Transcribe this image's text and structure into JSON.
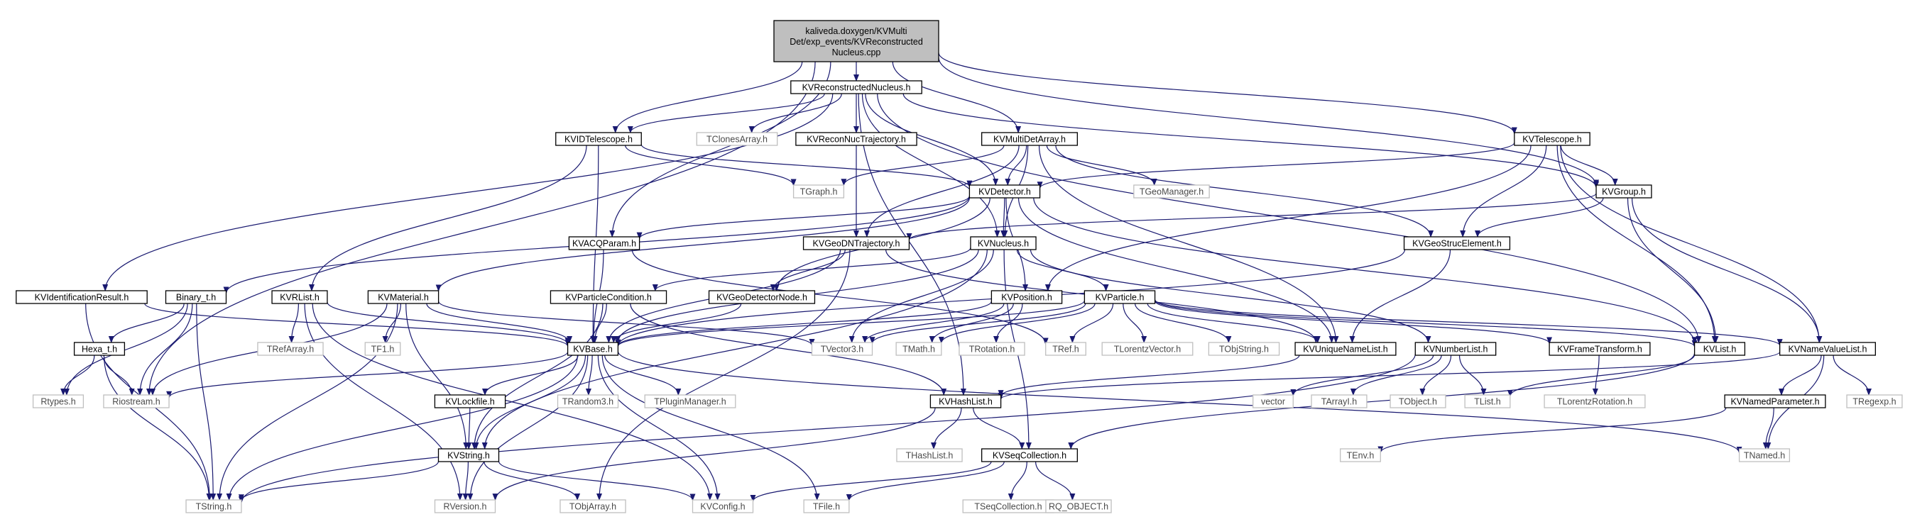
{
  "graph": {
    "root": {
      "id": "root",
      "lines": [
        "kaliveda.doxygen/KVMulti",
        "Det/exp_events/KVReconstructed",
        "Nucleus.cpp"
      ]
    },
    "nodes": [
      {
        "id": "KVReconstructedNucleus.h",
        "label": "KVReconstructedNucleus.h",
        "documented": true
      },
      {
        "id": "KVIDTelescope.h",
        "label": "KVIDTelescope.h",
        "documented": true
      },
      {
        "id": "TClonesArray.h",
        "label": "TClonesArray.h",
        "documented": false
      },
      {
        "id": "KVReconNucTrajectory.h",
        "label": "KVReconNucTrajectory.h",
        "documented": true
      },
      {
        "id": "KVMultiDetArray.h",
        "label": "KVMultiDetArray.h",
        "documented": true
      },
      {
        "id": "KVTelescope.h",
        "label": "KVTelescope.h",
        "documented": true
      },
      {
        "id": "TGraph.h",
        "label": "TGraph.h",
        "documented": false
      },
      {
        "id": "KVDetector.h",
        "label": "KVDetector.h",
        "documented": true
      },
      {
        "id": "TGeoManager.h",
        "label": "TGeoManager.h",
        "documented": false
      },
      {
        "id": "KVGroup.h",
        "label": "KVGroup.h",
        "documented": true
      },
      {
        "id": "KVACQParam.h",
        "label": "KVACQParam.h",
        "documented": true
      },
      {
        "id": "KVGeoDNTrajectory.h",
        "label": "KVGeoDNTrajectory.h",
        "documented": true
      },
      {
        "id": "KVNucleus.h",
        "label": "KVNucleus.h",
        "documented": true
      },
      {
        "id": "KVGeoStrucElement.h",
        "label": "KVGeoStrucElement.h",
        "documented": true
      },
      {
        "id": "KVIdentificationResult.h",
        "label": "KVIdentificationResult.h",
        "documented": true
      },
      {
        "id": "Binary_t.h",
        "label": "Binary_t.h",
        "documented": true
      },
      {
        "id": "KVRList.h",
        "label": "KVRList.h",
        "documented": true
      },
      {
        "id": "KVMaterial.h",
        "label": "KVMaterial.h",
        "documented": true
      },
      {
        "id": "KVParticleCondition.h",
        "label": "KVParticleCondition.h",
        "documented": true
      },
      {
        "id": "KVGeoDetectorNode.h",
        "label": "KVGeoDetectorNode.h",
        "documented": true
      },
      {
        "id": "KVPosition.h",
        "label": "KVPosition.h",
        "documented": true
      },
      {
        "id": "KVParticle.h",
        "label": "KVParticle.h",
        "documented": true
      },
      {
        "id": "Hexa_t.h",
        "label": "Hexa_t.h",
        "documented": true
      },
      {
        "id": "TRefArray.h",
        "label": "TRefArray.h",
        "documented": false
      },
      {
        "id": "TF1.h",
        "label": "TF1.h",
        "documented": false
      },
      {
        "id": "KVBase.h",
        "label": "KVBase.h",
        "documented": true
      },
      {
        "id": "TVector3.h",
        "label": "TVector3.h",
        "documented": false
      },
      {
        "id": "TMath.h",
        "label": "TMath.h",
        "documented": false
      },
      {
        "id": "TRotation.h",
        "label": "TRotation.h",
        "documented": false
      },
      {
        "id": "TRef.h",
        "label": "TRef.h",
        "documented": false
      },
      {
        "id": "TLorentzVector.h",
        "label": "TLorentzVector.h",
        "documented": false
      },
      {
        "id": "TObjString.h",
        "label": "TObjString.h",
        "documented": false
      },
      {
        "id": "KVUniqueNameList.h",
        "label": "KVUniqueNameList.h",
        "documented": true
      },
      {
        "id": "KVNumberList.h",
        "label": "KVNumberList.h",
        "documented": true
      },
      {
        "id": "KVFrameTransform.h",
        "label": "KVFrameTransform.h",
        "documented": true
      },
      {
        "id": "KVList.h",
        "label": "KVList.h",
        "documented": true
      },
      {
        "id": "KVNameValueList.h",
        "label": "KVNameValueList.h",
        "documented": true
      },
      {
        "id": "Rtypes.h",
        "label": "Rtypes.h",
        "documented": false
      },
      {
        "id": "Riostream.h",
        "label": "Riostream.h",
        "documented": false
      },
      {
        "id": "KVLockfile.h",
        "label": "KVLockfile.h",
        "documented": true
      },
      {
        "id": "TRandom3.h",
        "label": "TRandom3.h",
        "documented": false
      },
      {
        "id": "TPluginManager.h",
        "label": "TPluginManager.h",
        "documented": false
      },
      {
        "id": "KVHashList.h",
        "label": "KVHashList.h",
        "documented": true
      },
      {
        "id": "vector",
        "label": "vector",
        "documented": false
      },
      {
        "id": "TArrayI.h",
        "label": "TArrayI.h",
        "documented": false
      },
      {
        "id": "TObject.h",
        "label": "TObject.h",
        "documented": false
      },
      {
        "id": "TList.h",
        "label": "TList.h",
        "documented": false
      },
      {
        "id": "TLorentzRotation.h",
        "label": "TLorentzRotation.h",
        "documented": false
      },
      {
        "id": "KVNamedParameter.h",
        "label": "KVNamedParameter.h",
        "documented": true
      },
      {
        "id": "TRegexp.h",
        "label": "TRegexp.h",
        "documented": false
      },
      {
        "id": "KVString.h",
        "label": "KVString.h",
        "documented": true
      },
      {
        "id": "THashList.h",
        "label": "THashList.h",
        "documented": false
      },
      {
        "id": "KVSeqCollection.h",
        "label": "KVSeqCollection.h",
        "documented": true
      },
      {
        "id": "TEnv.h",
        "label": "TEnv.h",
        "documented": false
      },
      {
        "id": "TNamed.h",
        "label": "TNamed.h",
        "documented": false
      },
      {
        "id": "TString.h",
        "label": "TString.h",
        "documented": false
      },
      {
        "id": "RVersion.h",
        "label": "RVersion.h",
        "documented": false
      },
      {
        "id": "TObjArray.h",
        "label": "TObjArray.h",
        "documented": false
      },
      {
        "id": "KVConfig.h",
        "label": "KVConfig.h",
        "documented": false
      },
      {
        "id": "TFile.h",
        "label": "TFile.h",
        "documented": false
      },
      {
        "id": "TSeqCollection.h",
        "label": "TSeqCollection.h",
        "documented": false
      },
      {
        "id": "RQ_OBJECT.h",
        "label": "RQ_OBJECT.h",
        "documented": false
      }
    ],
    "edges": [
      [
        "root",
        "KVReconstructedNucleus.h"
      ],
      [
        "root",
        "KVIDTelescope.h"
      ],
      [
        "root",
        "KVMultiDetArray.h"
      ],
      [
        "root",
        "KVTelescope.h"
      ],
      [
        "root",
        "KVGroup.h"
      ],
      [
        "root",
        "KVACQParam.h"
      ],
      [
        "root",
        "Riostream.h"
      ],
      [
        "KVReconstructedNucleus.h",
        "KVIDTelescope.h"
      ],
      [
        "KVReconstructedNucleus.h",
        "TClonesArray.h"
      ],
      [
        "KVReconstructedNucleus.h",
        "KVReconNucTrajectory.h"
      ],
      [
        "KVReconstructedNucleus.h",
        "KVDetector.h"
      ],
      [
        "KVReconstructedNucleus.h",
        "KVGroup.h"
      ],
      [
        "KVReconstructedNucleus.h",
        "KVNucleus.h"
      ],
      [
        "KVReconstructedNucleus.h",
        "KVIdentificationResult.h"
      ],
      [
        "KVReconstructedNucleus.h",
        "KVHashList.h"
      ],
      [
        "KVReconstructedNucleus.h",
        "KVList.h"
      ],
      [
        "KVIDTelescope.h",
        "TGraph.h"
      ],
      [
        "KVIDTelescope.h",
        "KVDetector.h"
      ],
      [
        "KVIDTelescope.h",
        "KVRList.h"
      ],
      [
        "KVIDTelescope.h",
        "KVBase.h"
      ],
      [
        "KVReconNucTrajectory.h",
        "KVGeoDNTrajectory.h"
      ],
      [
        "KVMultiDetArray.h",
        "TGraph.h"
      ],
      [
        "KVMultiDetArray.h",
        "KVDetector.h"
      ],
      [
        "KVMultiDetArray.h",
        "TGeoManager.h"
      ],
      [
        "KVMultiDetArray.h",
        "KVNucleus.h"
      ],
      [
        "KVMultiDetArray.h",
        "KVGeoDNTrajectory.h"
      ],
      [
        "KVMultiDetArray.h",
        "KVGeoStrucElement.h"
      ],
      [
        "KVMultiDetArray.h",
        "KVUniqueNameList.h"
      ],
      [
        "KVTelescope.h",
        "KVDetector.h"
      ],
      [
        "KVTelescope.h",
        "KVGroup.h"
      ],
      [
        "KVTelescope.h",
        "KVGeoStrucElement.h"
      ],
      [
        "KVTelescope.h",
        "KVList.h"
      ],
      [
        "KVTelescope.h",
        "KVNameValueList.h"
      ],
      [
        "KVTelescope.h",
        "KVPosition.h"
      ],
      [
        "KVDetector.h",
        "KVACQParam.h"
      ],
      [
        "KVDetector.h",
        "KVNucleus.h"
      ],
      [
        "KVDetector.h",
        "KVMaterial.h"
      ],
      [
        "KVDetector.h",
        "KVGeoDetectorNode.h"
      ],
      [
        "KVDetector.h",
        "KVPosition.h"
      ],
      [
        "KVDetector.h",
        "Binary_t.h"
      ],
      [
        "KVDetector.h",
        "KVUniqueNameList.h"
      ],
      [
        "KVDetector.h",
        "KVList.h"
      ],
      [
        "KVGroup.h",
        "KVGeoStrucElement.h"
      ],
      [
        "KVGroup.h",
        "KVList.h"
      ],
      [
        "KVGroup.h",
        "KVNameValueList.h"
      ],
      [
        "KVGroup.h",
        "KVGeoDNTrajectory.h"
      ],
      [
        "KVACQParam.h",
        "KVBase.h"
      ],
      [
        "KVACQParam.h",
        "TRef.h"
      ],
      [
        "KVGeoDNTrajectory.h",
        "KVGeoDetectorNode.h"
      ],
      [
        "KVGeoDNTrajectory.h",
        "KVBase.h"
      ],
      [
        "KVGeoDNTrajectory.h",
        "KVUniqueNameList.h"
      ],
      [
        "KVGeoDNTrajectory.h",
        "TObjArray.h"
      ],
      [
        "KVNucleus.h",
        "KVParticle.h"
      ],
      [
        "KVNucleus.h",
        "KVParticleCondition.h"
      ],
      [
        "KVNucleus.h",
        "KVNumberList.h"
      ],
      [
        "KVNucleus.h",
        "TVector3.h"
      ],
      [
        "KVNucleus.h",
        "KVString.h"
      ],
      [
        "KVNucleus.h",
        "KVBase.h"
      ],
      [
        "KVNucleus.h",
        "KVSeqCollection.h"
      ],
      [
        "KVGeoStrucElement.h",
        "KVBase.h"
      ],
      [
        "KVGeoStrucElement.h",
        "KVUniqueNameList.h"
      ],
      [
        "KVIdentificationResult.h",
        "KVBase.h"
      ],
      [
        "KVIdentificationResult.h",
        "TString.h"
      ],
      [
        "Binary_t.h",
        "Hexa_t.h"
      ],
      [
        "Binary_t.h",
        "Riostream.h"
      ],
      [
        "Binary_t.h",
        "Rtypes.h"
      ],
      [
        "Binary_t.h",
        "TString.h"
      ],
      [
        "KVRList.h",
        "TRefArray.h"
      ],
      [
        "KVRList.h",
        "KVBase.h"
      ],
      [
        "KVRList.h",
        "KVConfig.h"
      ],
      [
        "KVRList.h",
        "RVersion.h"
      ],
      [
        "KVMaterial.h",
        "TF1.h"
      ],
      [
        "KVMaterial.h",
        "KVBase.h"
      ],
      [
        "KVMaterial.h",
        "Riostream.h"
      ],
      [
        "KVMaterial.h",
        "TVector3.h"
      ],
      [
        "KVMaterial.h",
        "KVString.h"
      ],
      [
        "KVMaterial.h",
        "TString.h"
      ],
      [
        "KVParticleCondition.h",
        "KVBase.h"
      ],
      [
        "KVParticleCondition.h",
        "KVHashList.h"
      ],
      [
        "KVParticleCondition.h",
        "KVString.h"
      ],
      [
        "KVGeoDetectorNode.h",
        "KVBase.h"
      ],
      [
        "KVPosition.h",
        "TVector3.h"
      ],
      [
        "KVPosition.h",
        "TMath.h"
      ],
      [
        "KVPosition.h",
        "TRotation.h"
      ],
      [
        "KVPosition.h",
        "KVBase.h"
      ],
      [
        "KVParticle.h",
        "TVector3.h"
      ],
      [
        "KVParticle.h",
        "TMath.h"
      ],
      [
        "KVParticle.h",
        "TRef.h"
      ],
      [
        "KVParticle.h",
        "TLorentzVector.h"
      ],
      [
        "KVParticle.h",
        "TObjString.h"
      ],
      [
        "KVParticle.h",
        "KVUniqueNameList.h"
      ],
      [
        "KVParticle.h",
        "KVFrameTransform.h"
      ],
      [
        "KVParticle.h",
        "KVList.h"
      ],
      [
        "KVParticle.h",
        "KVNameValueList.h"
      ],
      [
        "KVParticle.h",
        "KVBase.h"
      ],
      [
        "Hexa_t.h",
        "Rtypes.h"
      ],
      [
        "Hexa_t.h",
        "Riostream.h"
      ],
      [
        "Hexa_t.h",
        "TString.h"
      ],
      [
        "KVBase.h",
        "Riostream.h"
      ],
      [
        "KVBase.h",
        "KVLockfile.h"
      ],
      [
        "KVBase.h",
        "TRandom3.h"
      ],
      [
        "KVBase.h",
        "TPluginManager.h"
      ],
      [
        "KVBase.h",
        "KVString.h"
      ],
      [
        "KVBase.h",
        "TString.h"
      ],
      [
        "KVBase.h",
        "RVersion.h"
      ],
      [
        "KVBase.h",
        "KVConfig.h"
      ],
      [
        "KVBase.h",
        "TFile.h"
      ],
      [
        "KVBase.h",
        "TNamed.h"
      ],
      [
        "KVUniqueNameList.h",
        "KVHashList.h"
      ],
      [
        "KVNumberList.h",
        "vector"
      ],
      [
        "KVNumberList.h",
        "TArrayI.h"
      ],
      [
        "KVNumberList.h",
        "TObject.h"
      ],
      [
        "KVNumberList.h",
        "TList.h"
      ],
      [
        "KVNumberList.h",
        "TString.h"
      ],
      [
        "KVFrameTransform.h",
        "TLorentzRotation.h"
      ],
      [
        "KVList.h",
        "KVSeqCollection.h"
      ],
      [
        "KVList.h",
        "TList.h"
      ],
      [
        "KVNameValueList.h",
        "KVNamedParameter.h"
      ],
      [
        "KVNameValueList.h",
        "TRegexp.h"
      ],
      [
        "KVNameValueList.h",
        "TNamed.h"
      ],
      [
        "KVNameValueList.h",
        "KVHashList.h"
      ],
      [
        "KVLockfile.h",
        "KVString.h"
      ],
      [
        "KVHashList.h",
        "THashList.h"
      ],
      [
        "KVHashList.h",
        "KVSeqCollection.h"
      ],
      [
        "KVHashList.h",
        "RVersion.h"
      ],
      [
        "KVNamedParameter.h",
        "TNamed.h"
      ],
      [
        "KVNamedParameter.h",
        "TEnv.h"
      ],
      [
        "KVString.h",
        "TString.h"
      ],
      [
        "KVString.h",
        "RVersion.h"
      ],
      [
        "KVString.h",
        "TObjArray.h"
      ],
      [
        "KVString.h",
        "KVConfig.h"
      ],
      [
        "KVSeqCollection.h",
        "TSeqCollection.h"
      ],
      [
        "KVSeqCollection.h",
        "RQ_OBJECT.h"
      ],
      [
        "KVSeqCollection.h",
        "KVConfig.h"
      ],
      [
        "KVSeqCollection.h",
        "TFile.h"
      ]
    ]
  }
}
